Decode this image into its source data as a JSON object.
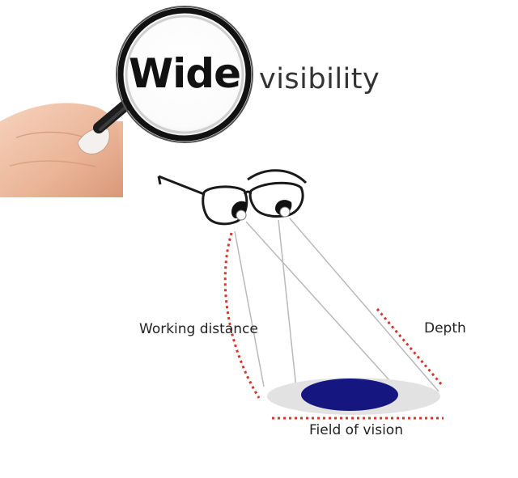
{
  "title": {
    "bold": "Wide",
    "light": "visibility"
  },
  "labels": {
    "working_distance": "Working distance",
    "depth": "Depth",
    "field_of_vision": "Field of vision"
  },
  "colors": {
    "ellipse_outer": "#e2e2e2",
    "ellipse_inner": "#161680",
    "dotted_marker": "#d9342b",
    "sight_line": "#b9b9b9",
    "skin": "#f0c2a7"
  },
  "icons": {
    "magnifier": "magnifying-glass-icon",
    "glasses": "loupe-glasses-icon",
    "hand": "hand-illustration"
  }
}
